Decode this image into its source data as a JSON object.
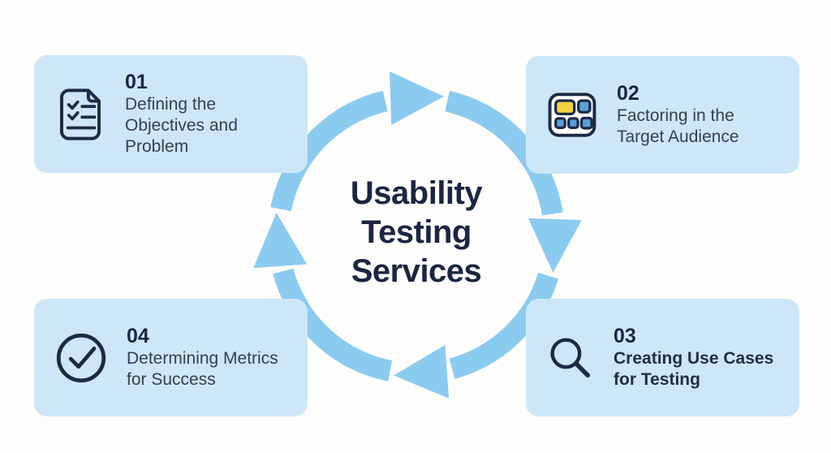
{
  "diagram": {
    "title": {
      "full": "Usability Testing Services",
      "lines": [
        "Usability",
        "Testing",
        "Services"
      ]
    },
    "steps": [
      {
        "number": "01",
        "label": "Defining the Objectives and Problem",
        "icon": "checklist-document-icon"
      },
      {
        "number": "02",
        "label": "Factoring in the Target Audience",
        "icon": "app-grid-icon"
      },
      {
        "number": "03",
        "label": "Creating Use Cases for Testing",
        "icon": "magnifier-icon"
      },
      {
        "number": "04",
        "label": "Determining Metrics for Success",
        "icon": "check-circle-icon"
      }
    ],
    "colors": {
      "page_background": "#fdfdfb",
      "card_background": "#cde7f8",
      "cycle_arrow": "#8ccbf0",
      "title_text": "#1b2642",
      "number_text": "#1b2642",
      "body_text": "#36404f",
      "icon_stroke": "#1d2a45",
      "icon_yellow": "#f2d340",
      "icon_blue": "#5a9fd8"
    }
  }
}
